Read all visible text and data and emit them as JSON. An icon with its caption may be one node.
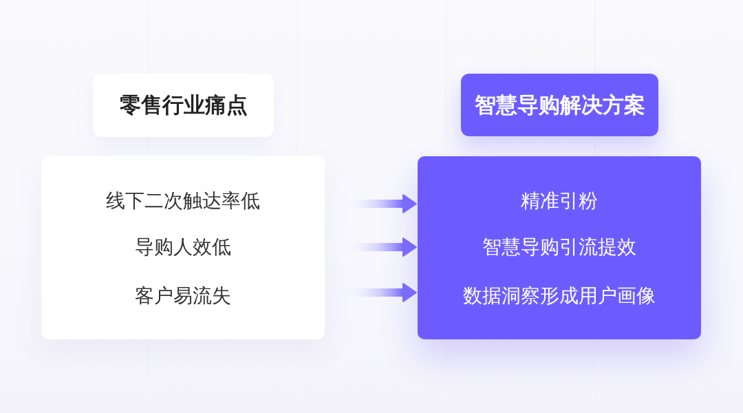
{
  "diagram": {
    "nodes": [
      {
        "text": [
          "零售行业痛点"
        ]
      },
      {
        "text": [],
        "shape": "box"
      },
      {
        "text": [
          "线下二次触达率低"
        ],
        "in": 1
      },
      {
        "text": [
          "导购人效低"
        ],
        "in": 1
      },
      {
        "text": [
          "客户易流失"
        ],
        "in": 1
      },
      {
        "text": [
          "智慧导购解决方案"
        ]
      },
      {
        "text": [],
        "shape": "box"
      },
      {
        "text": [
          "精准引粉"
        ],
        "in": 6
      },
      {
        "text": [
          "智慧导购引流提效"
        ],
        "in": 6
      },
      {
        "text": [
          "数据洞察形成用户画像"
        ],
        "in": 6
      }
    ],
    "edges": [
      {
        "from": 1,
        "to": 6,
        "arrow": "to"
      },
      {
        "from": 1,
        "to": 6,
        "arrow": "to"
      },
      {
        "from": 1,
        "to": 6,
        "arrow": "to"
      }
    ]
  }
}
